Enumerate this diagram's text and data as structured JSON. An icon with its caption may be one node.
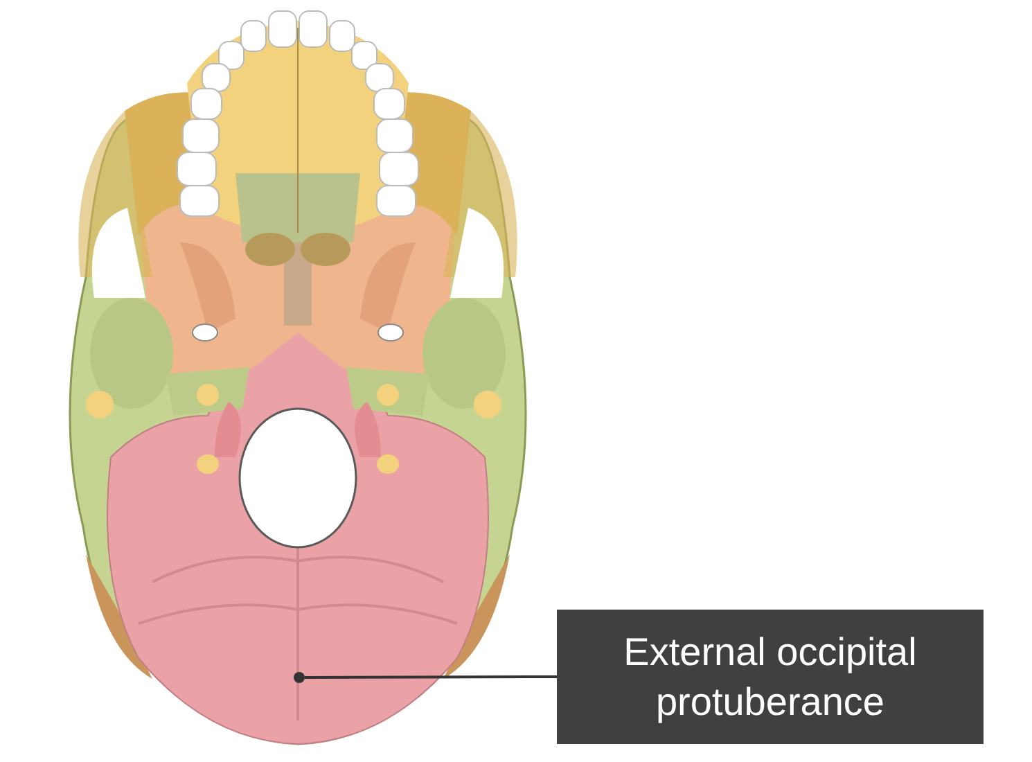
{
  "diagram": {
    "nodes": [
      {
        "text": [
          "External occipital protuberance"
        ]
      },
      {
        "text": [],
        "shape": "circle"
      }
    ],
    "edges": [
      {
        "from": 0,
        "to": 1,
        "arrow": "none"
      }
    ]
  }
}
